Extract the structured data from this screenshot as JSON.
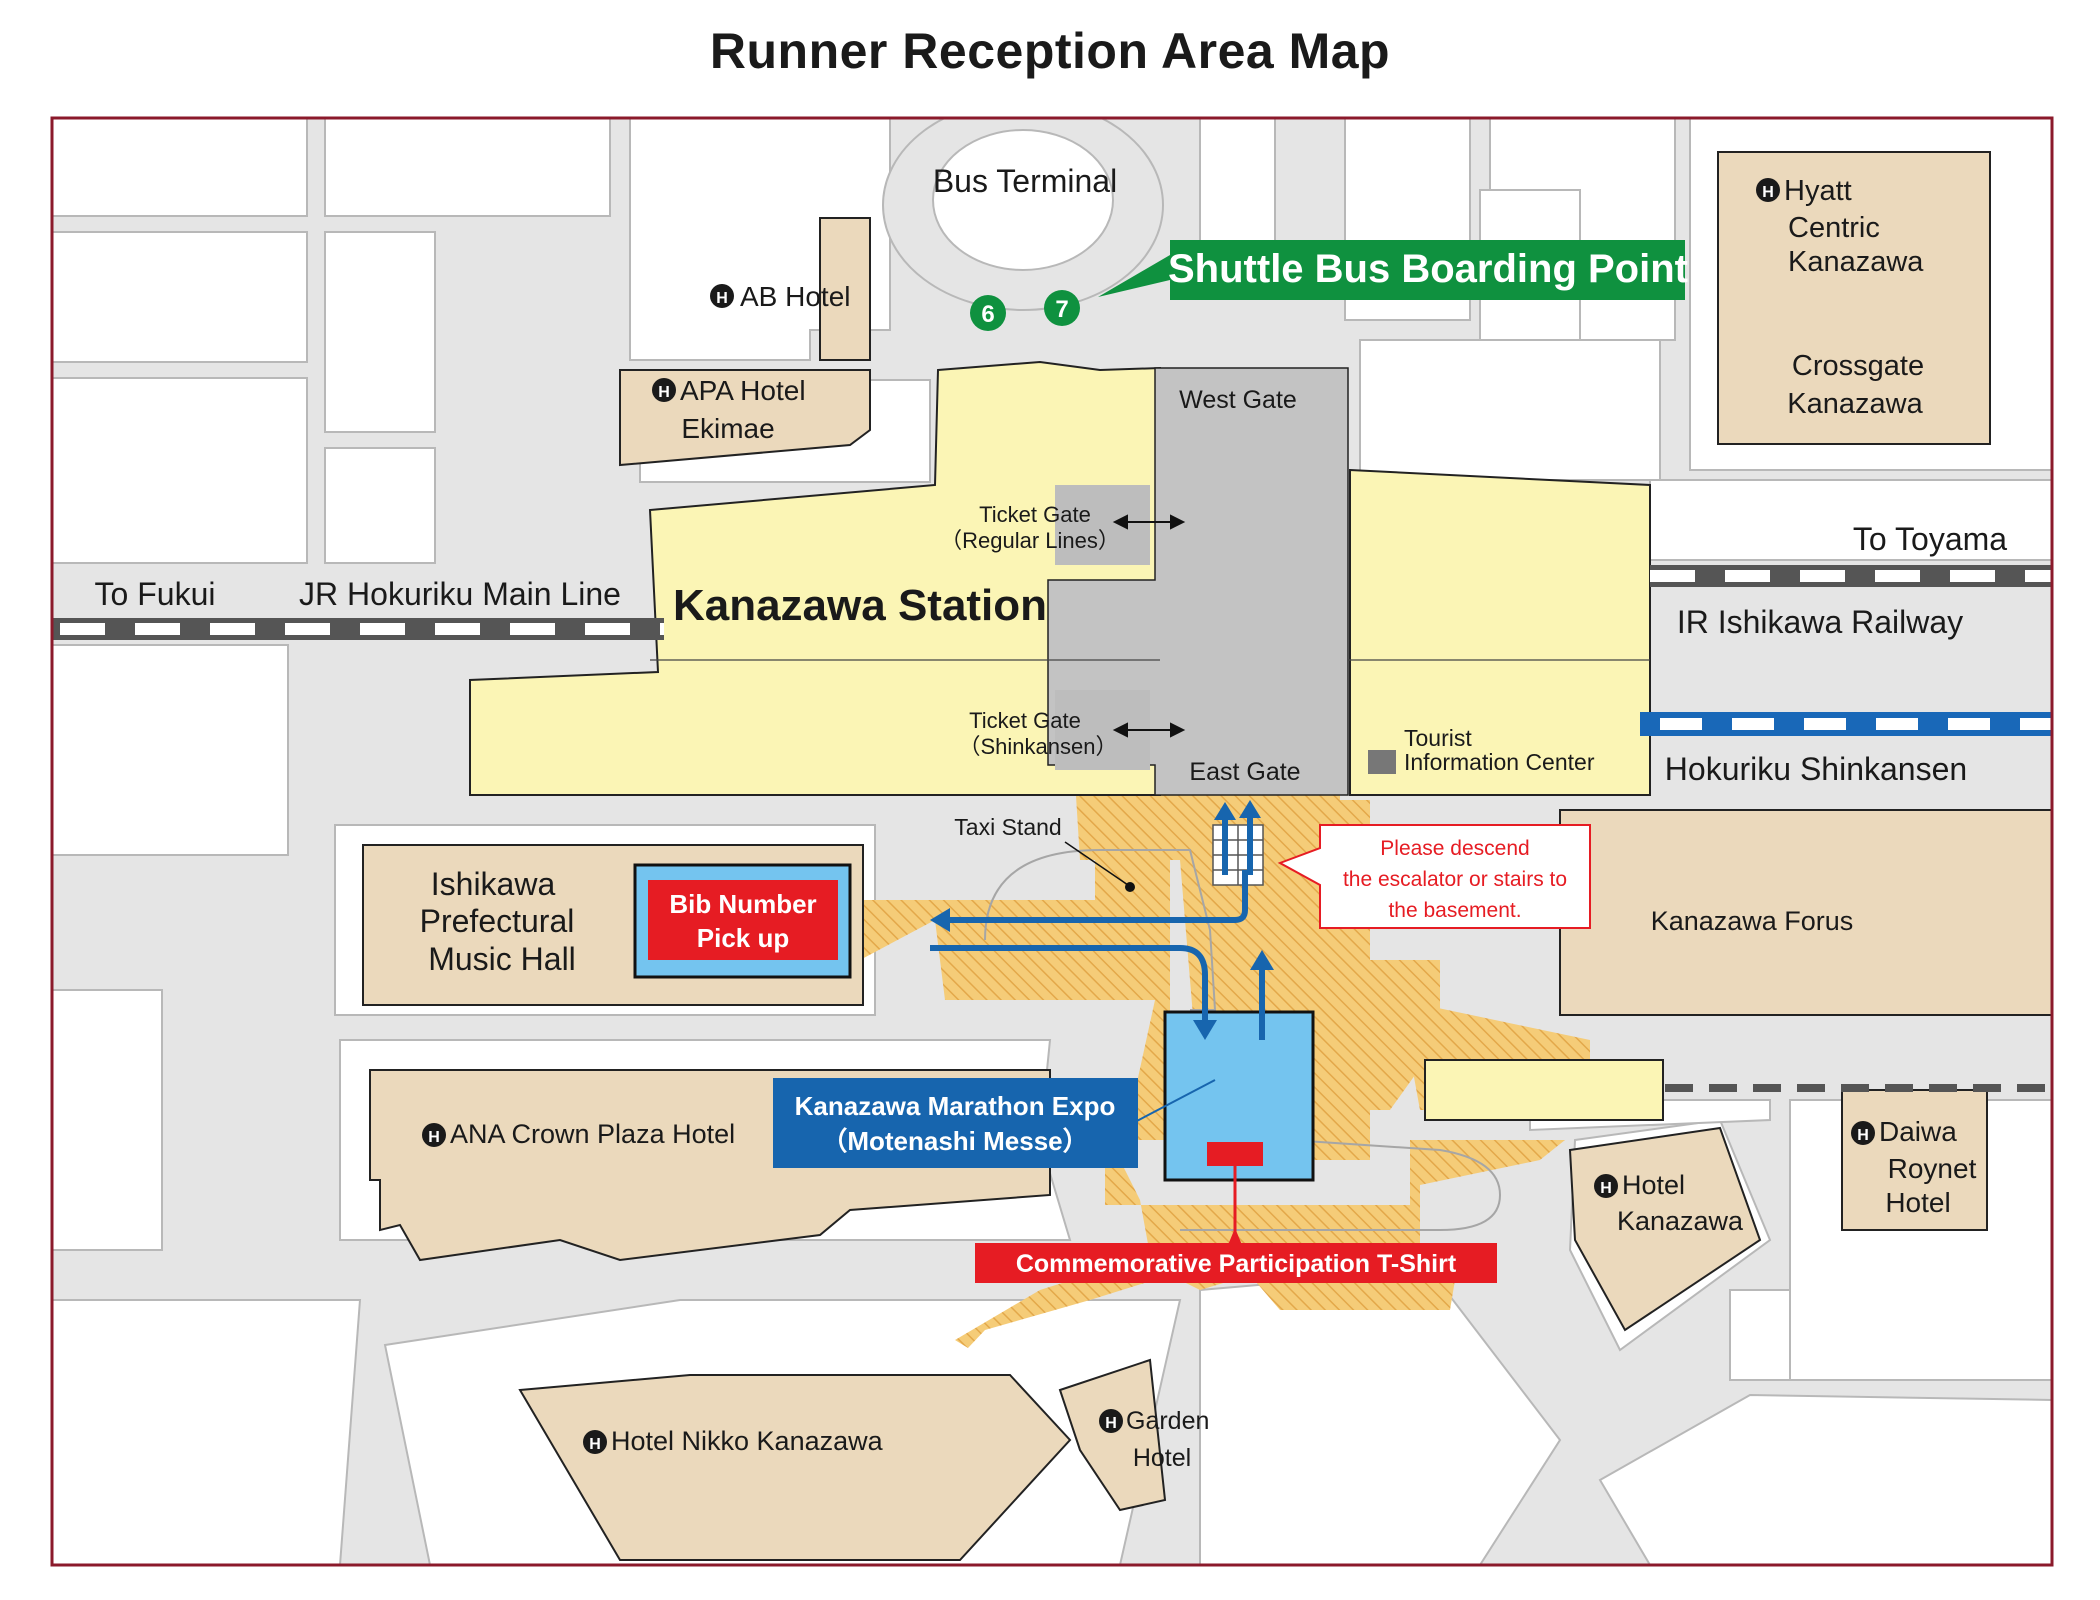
{
  "title": "Runner Reception Area Map",
  "colors": {
    "frame": "#8b1a2b",
    "road": "#e5e5e5",
    "road_edge": "#b8b8b8",
    "block": "#ffffff",
    "hotel_building": "#ebd9bc",
    "station_building": "#fbf5b5",
    "concourse": "#c3c3c3",
    "underground": "#f3c979",
    "expo_fill": "#74c4ef",
    "expo_label": "#1765ae",
    "shuttle_green": "#0f913f",
    "red": "#e61c23",
    "rail_grey": "#555555",
    "rail_blue": "#1968b8",
    "arrow_blue": "#1765ae"
  },
  "labels": {
    "bus_terminal": "Bus Terminal",
    "shuttle_point": "Shuttle Bus Boarding Point",
    "stop_6": "6",
    "stop_7": "7",
    "ab_hotel": "AB Hotel",
    "apa_line1": "APA Hotel",
    "apa_line2": "Ekimae",
    "hyatt_line1": "Hyatt",
    "hyatt_line2": "Centric",
    "hyatt_line3": "Kanazawa",
    "crossgate_line1": "Crossgate",
    "crossgate_line2": "Kanazawa",
    "west_gate": "West Gate",
    "east_gate": "East Gate",
    "ticket_regular_line1": "Ticket Gate",
    "ticket_regular_line2": "（Regular Lines）",
    "ticket_shinkansen_line1": "Ticket Gate",
    "ticket_shinkansen_line2": "（Shinkansen）",
    "kanazawa_station": "Kanazawa Station",
    "to_fukui": "To Fukui",
    "jr_line": "JR Hokuriku Main Line",
    "to_toyama": "To Toyama",
    "ir_railway": "IR Ishikawa Railway",
    "hokuriku_shinkansen": "Hokuriku Shinkansen",
    "tourist_line1": "Tourist",
    "tourist_line2": "Information Center",
    "taxi_stand": "Taxi Stand",
    "descend_line1": "Please descend",
    "descend_line2": "the escalator or stairs to",
    "descend_line3": "the basement.",
    "music_hall_line1": "Ishikawa",
    "music_hall_line2": "Prefectural",
    "music_hall_line3": "Music Hall",
    "bib_line1": "Bib Number",
    "bib_line2": "Pick up",
    "forus": "Kanazawa Forus",
    "ana": "ANA Crown Plaza Hotel",
    "expo_line1": "Kanazawa Marathon Expo",
    "expo_line2": "（Motenashi Messe）",
    "tshirt": "Commemorative Participation T-Shirt",
    "hotel_kanazawa_line1": "Hotel",
    "hotel_kanazawa_line2": "Kanazawa",
    "daiwa_line1": "Daiwa",
    "daiwa_line2": "Roynet",
    "daiwa_line3": "Hotel",
    "nikko": "Hotel Nikko Kanazawa",
    "garden_line1": "Garden",
    "garden_line2": "Hotel",
    "hotel_symbol": "H"
  }
}
